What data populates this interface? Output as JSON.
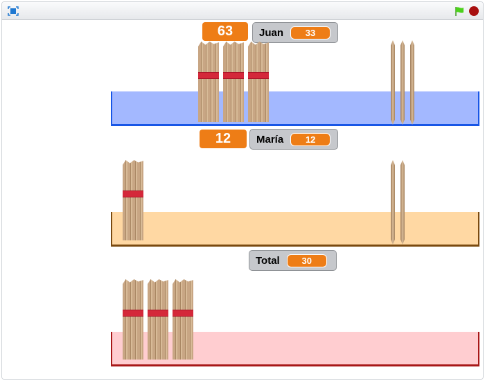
{
  "toolbar": {
    "fullscreen_icon": "fullscreen-icon",
    "green_flag_icon": "green-flag-icon",
    "stop_icon": "stop-icon"
  },
  "colors": {
    "blue_bar": "#a3b8ff",
    "orange_bar": "#ffd8a3",
    "red_bar": "#ffcdd0",
    "monitor_orange": "#ee7d16"
  },
  "juan": {
    "big_value": "63",
    "label": "Juan",
    "value": "33",
    "bundles": 3,
    "sticks": 3
  },
  "maria": {
    "big_value": "12",
    "label": "María",
    "value": "12",
    "bundles": 1,
    "sticks": 2
  },
  "total": {
    "label": "Total",
    "value": "30",
    "bundles": 3,
    "sticks": 0
  }
}
